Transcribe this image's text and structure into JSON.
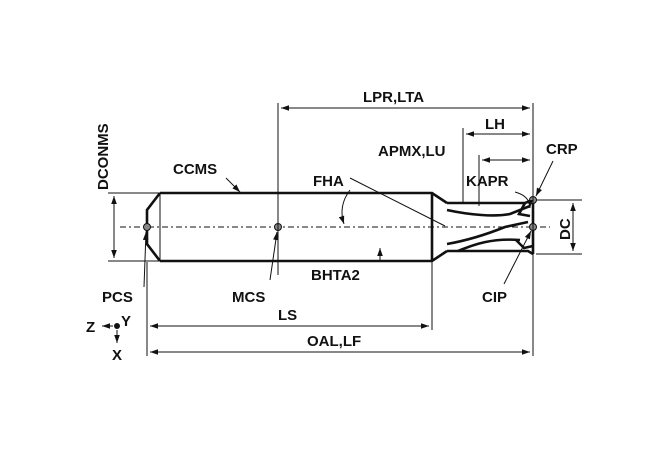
{
  "labels": {
    "dconms": "DCONMS",
    "ccms": "CCMS",
    "lpr_lta": "LPR,LTA",
    "lh": "LH",
    "apmx_lu": "APMX,LU",
    "crp": "CRP",
    "fha": "FHA",
    "kapr": "KAPR",
    "dc": "DC",
    "pcs": "PCS",
    "mcs": "MCS",
    "bhta2": "BHTA2",
    "cip": "CIP",
    "ls": "LS",
    "oal_lf": "OAL,LF",
    "axis_z": "Z",
    "axis_y": "Y",
    "axis_x": "X"
  }
}
